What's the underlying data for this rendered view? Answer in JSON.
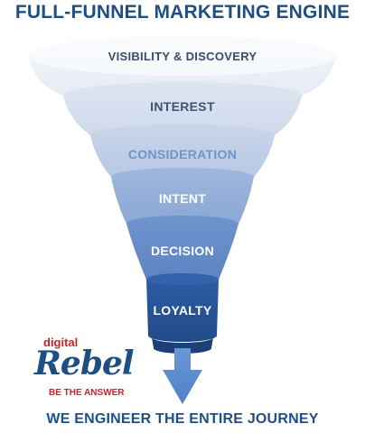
{
  "title": "FULL-FUNNEL MARKETING ENGINE",
  "stages": [
    {
      "label": "VISIBILITY & DISCOVERY",
      "color": "#394b6e"
    },
    {
      "label": "INTEREST",
      "color": "#3f5377"
    },
    {
      "label": "CONSIDERATION",
      "color": "#6f95c8"
    },
    {
      "label": "INTENT",
      "color": "#ffffff"
    },
    {
      "label": "DECISION",
      "color": "#ffffff"
    },
    {
      "label": "LOYALTY",
      "color": "#ffffff"
    }
  ],
  "logo": {
    "top": "digital",
    "script": "Rebel",
    "tagline": "BE THE ANSWER"
  },
  "tagline": "WE ENGINEER THE ENTIRE JOURNEY"
}
